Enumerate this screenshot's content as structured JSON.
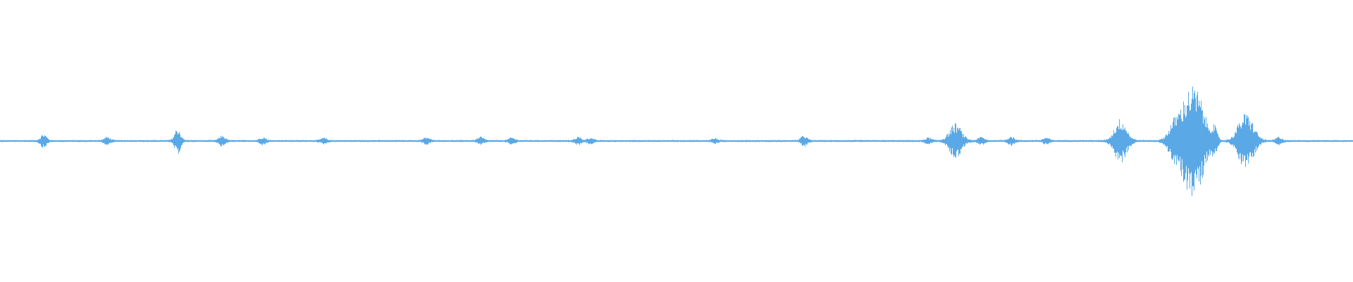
{
  "waveform": {
    "color": "#5aa9e6",
    "background": "#ffffff",
    "baseline_amplitude": 0.03,
    "events": [
      {
        "t": 0.032,
        "amp": 0.18
      },
      {
        "t": 0.079,
        "amp": 0.1
      },
      {
        "t": 0.131,
        "amp": 0.35
      },
      {
        "t": 0.164,
        "amp": 0.14
      },
      {
        "t": 0.194,
        "amp": 0.1
      },
      {
        "t": 0.239,
        "amp": 0.07
      },
      {
        "t": 0.315,
        "amp": 0.09
      },
      {
        "t": 0.355,
        "amp": 0.1
      },
      {
        "t": 0.378,
        "amp": 0.08
      },
      {
        "t": 0.427,
        "amp": 0.1
      },
      {
        "t": 0.436,
        "amp": 0.08
      },
      {
        "t": 0.528,
        "amp": 0.06
      },
      {
        "t": 0.594,
        "amp": 0.14
      },
      {
        "t": 0.686,
        "amp": 0.08
      },
      {
        "t": 0.706,
        "amp": 0.48
      },
      {
        "t": 0.725,
        "amp": 0.1
      },
      {
        "t": 0.747,
        "amp": 0.12
      },
      {
        "t": 0.773,
        "amp": 0.08
      },
      {
        "t": 0.828,
        "amp": 0.62
      },
      {
        "t": 0.868,
        "amp": 0.55
      },
      {
        "t": 0.876,
        "amp": 0.82
      },
      {
        "t": 0.882,
        "amp": 0.98
      },
      {
        "t": 0.888,
        "amp": 0.72
      },
      {
        "t": 0.897,
        "amp": 0.4
      },
      {
        "t": 0.918,
        "amp": 0.55
      },
      {
        "t": 0.924,
        "amp": 0.42
      },
      {
        "t": 0.945,
        "amp": 0.1
      }
    ]
  }
}
